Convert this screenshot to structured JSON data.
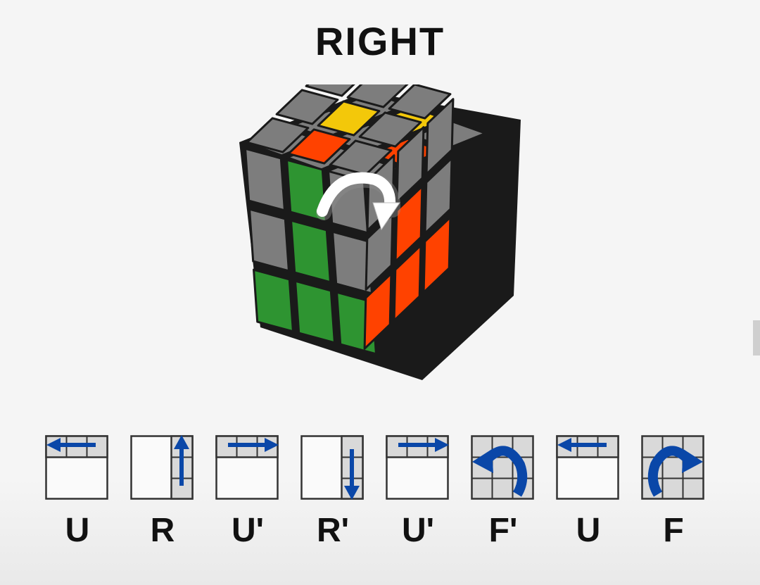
{
  "header": {
    "title": "RIGHT"
  },
  "cube": {
    "rotation_hint": "clockwise-rotation-arrow-icon",
    "face_colors": {
      "gray": "#7d7d7d",
      "green": "#2e9431",
      "red": "#ff4200",
      "yellow": "#f3c80a"
    }
  },
  "moves": [
    {
      "label": "U",
      "icon": "top-row-left-arrow-icon"
    },
    {
      "label": "R",
      "icon": "right-column-up-arrow-icon"
    },
    {
      "label": "U'",
      "icon": "top-row-right-arrow-icon"
    },
    {
      "label": "R'",
      "icon": "right-column-down-arrow-icon"
    },
    {
      "label": "U'",
      "icon": "top-row-right-arrow-icon"
    },
    {
      "label": "F'",
      "icon": "face-counterclockwise-arrow-icon"
    },
    {
      "label": "U",
      "icon": "top-row-left-arrow-icon"
    },
    {
      "label": "F",
      "icon": "face-clockwise-arrow-icon"
    }
  ],
  "colors": {
    "arrow": "#0a47a8",
    "icon_border": "#333333",
    "shaded_cell": "#d9d9d9"
  }
}
